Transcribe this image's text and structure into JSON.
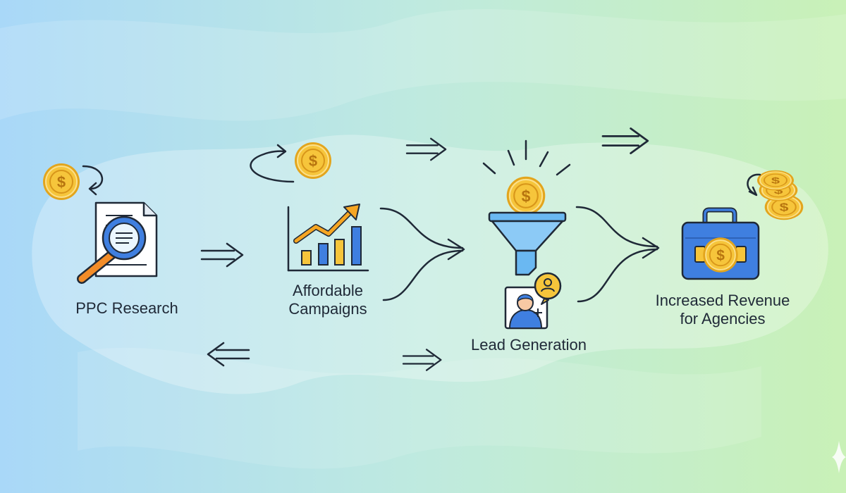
{
  "colors": {
    "bg_left": "#a9d8f8",
    "bg_mid": "#bfeadf",
    "bg_right": "#c9f1b7",
    "outline": "#1f2937",
    "coin": "#f6c53b",
    "coin_rim": "#e3a51d",
    "blue": "#3f7fe0",
    "funnel": "#6ab8f2",
    "orange": "#f28c28"
  },
  "stages": [
    {
      "id": "ppc",
      "icon": "magnifier-document-icon",
      "lines": [
        "PPC Research"
      ]
    },
    {
      "id": "affordable",
      "icon": "growth-chart-icon",
      "lines": [
        "Affordable",
        "Campaigns"
      ]
    },
    {
      "id": "lead",
      "icon": "funnel-icon",
      "lines": [
        "Lead Generation"
      ]
    },
    {
      "id": "revenue",
      "icon": "briefcase-dollar-icon",
      "lines": [
        "Increased Revenue",
        "for Agencies"
      ]
    }
  ]
}
